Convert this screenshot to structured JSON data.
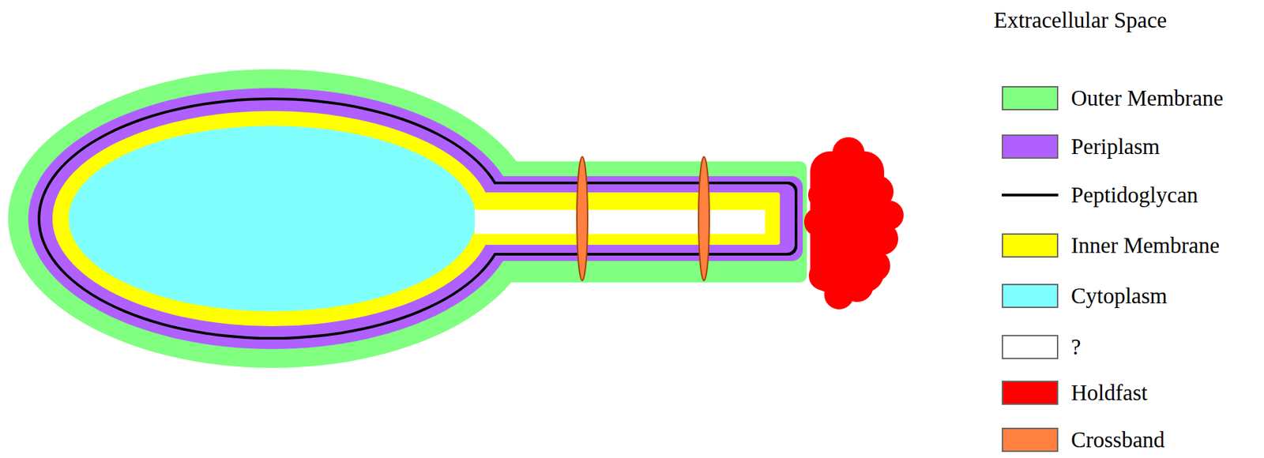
{
  "diagram": {
    "labels": [
      "Extracellular Space"
    ],
    "legend": [
      {
        "text": "Outer Membrane",
        "color": "#80ff80"
      },
      {
        "text": "Periplasm",
        "color": "#b060ff"
      },
      {
        "text": "Peptidoglycan"
      },
      {
        "text": "Inner Membrane",
        "color": "#ffff00"
      },
      {
        "text": "Cytoplasm",
        "color": "#80ffff"
      },
      {
        "text": "?",
        "color": "#ffffff"
      },
      {
        "text": "Holdfast",
        "color": "#ff0000"
      },
      {
        "text": "Crossband",
        "color": "#ff8040"
      }
    ]
  }
}
